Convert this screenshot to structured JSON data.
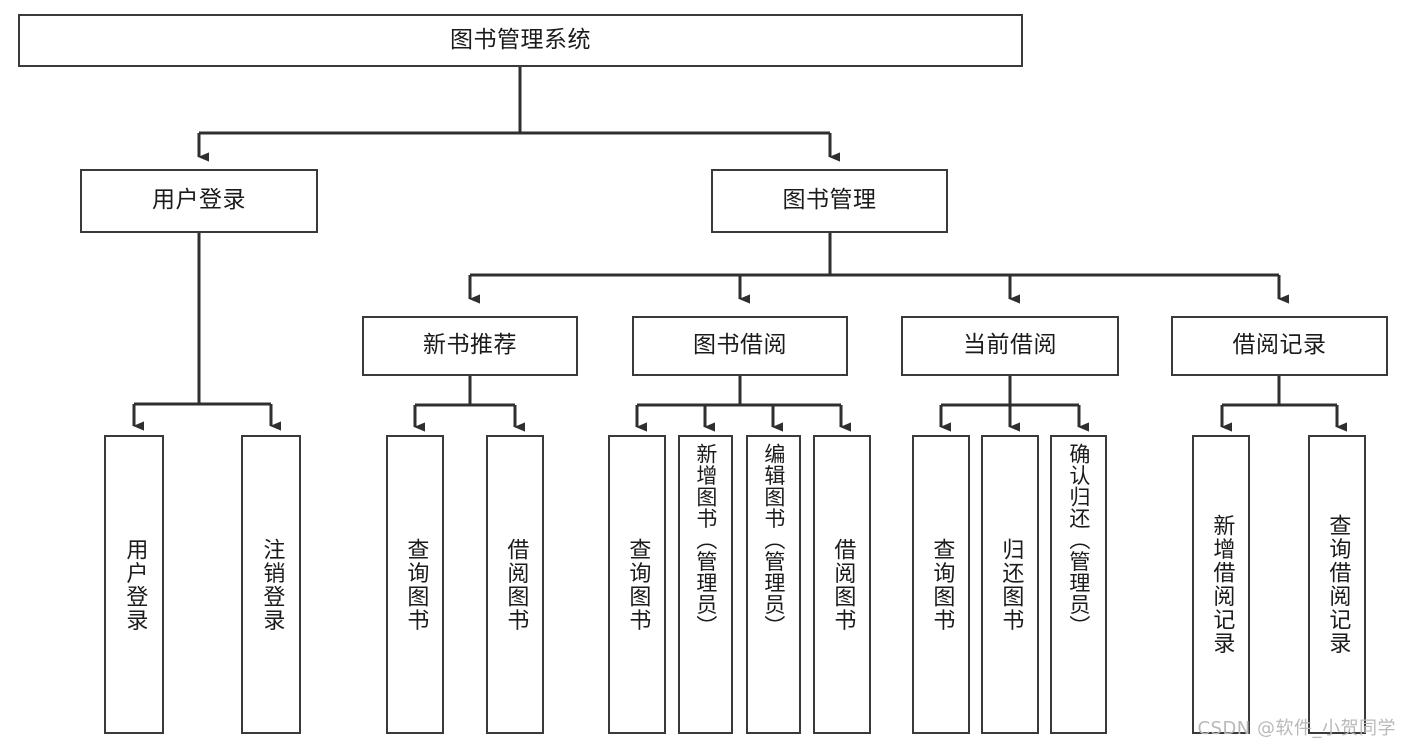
{
  "diagram": {
    "title": "图书管理系统",
    "type": "tree-hierarchy-diagram",
    "watermark": "CSDN @软件_小贺同学",
    "colors": {
      "border": "#3a3a3a",
      "background": "#ffffff",
      "text": "#1b1b1b",
      "edge": "#2f2f2f",
      "watermark": "#b9b9b9"
    },
    "nodes": {
      "root": {
        "label": "图书管理系统",
        "orientation": "horizontal"
      },
      "level2": [
        {
          "id": "user-login",
          "label": "用户登录",
          "orientation": "horizontal"
        },
        {
          "id": "book-management",
          "label": "图书管理",
          "orientation": "horizontal"
        }
      ],
      "level3": [
        {
          "id": "new-book-recommend",
          "label": "新书推荐",
          "orientation": "horizontal"
        },
        {
          "id": "book-borrow",
          "label": "图书借阅",
          "orientation": "horizontal"
        },
        {
          "id": "current-borrow",
          "label": "当前借阅",
          "orientation": "horizontal"
        },
        {
          "id": "borrow-record",
          "label": "借阅记录",
          "orientation": "horizontal"
        }
      ],
      "leaves": [
        {
          "id": "leaf-user-login",
          "label": "用户登录",
          "orientation": "vertical",
          "parent": "user-login"
        },
        {
          "id": "leaf-user-logout",
          "label": "注销登录",
          "orientation": "vertical",
          "parent": "user-login"
        },
        {
          "id": "leaf-query-book-1",
          "label": "查询图书",
          "orientation": "vertical",
          "parent": "new-book-recommend"
        },
        {
          "id": "leaf-borrow-book-1",
          "label": "借阅图书",
          "orientation": "vertical",
          "parent": "new-book-recommend"
        },
        {
          "id": "leaf-query-book-2",
          "label": "查询图书",
          "orientation": "vertical",
          "parent": "book-borrow"
        },
        {
          "id": "leaf-add-book",
          "label": "新增图书（管理员）",
          "orientation": "vertical",
          "parent": "book-borrow"
        },
        {
          "id": "leaf-edit-book",
          "label": "编辑图书（管理员）",
          "orientation": "vertical",
          "parent": "book-borrow"
        },
        {
          "id": "leaf-borrow-book-2",
          "label": "借阅图书",
          "orientation": "vertical",
          "parent": "book-borrow"
        },
        {
          "id": "leaf-query-book-3",
          "label": "查询图书",
          "orientation": "vertical",
          "parent": "current-borrow"
        },
        {
          "id": "leaf-return-book",
          "label": "归还图书",
          "orientation": "vertical",
          "parent": "current-borrow"
        },
        {
          "id": "leaf-confirm-return",
          "label": "确认归还（管理员）",
          "orientation": "vertical",
          "parent": "current-borrow"
        },
        {
          "id": "leaf-add-record",
          "label": "新增借阅记录",
          "orientation": "vertical",
          "parent": "borrow-record"
        },
        {
          "id": "leaf-query-record",
          "label": "查询借阅记录",
          "orientation": "vertical",
          "parent": "borrow-record"
        }
      ]
    }
  }
}
